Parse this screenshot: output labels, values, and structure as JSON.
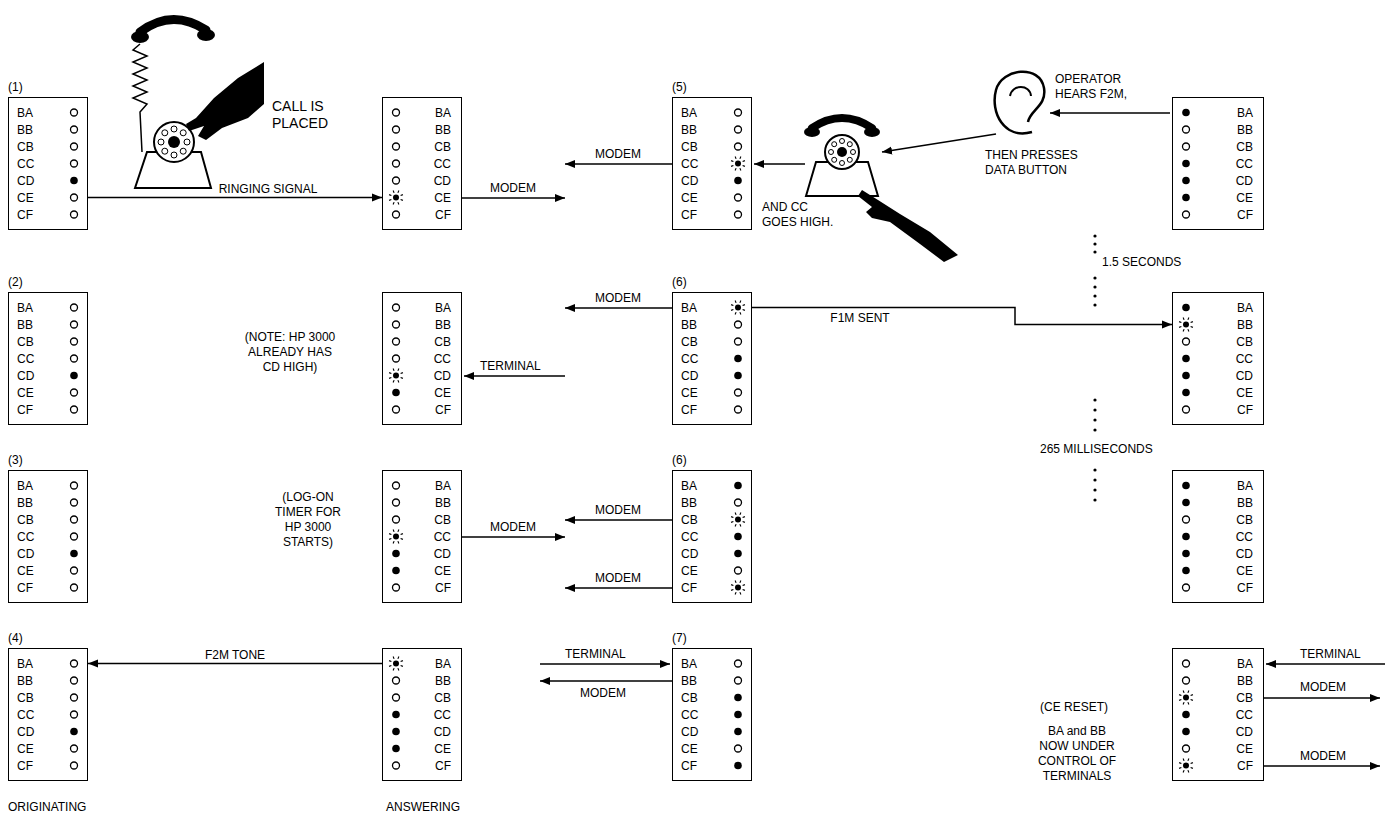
{
  "diagram": {
    "nodes": [
      {
        "text": [
          "(1)",
          "BA",
          "BB",
          "CB",
          "CC",
          "CD",
          "CE",
          "CF"
        ]
      },
      {
        "text": [
          "BA",
          "BB",
          "CB",
          "CC",
          "CD",
          "CE",
          "CF"
        ]
      },
      {
        "text": [
          "(5)",
          "BA",
          "BB",
          "CB",
          "CC",
          "CD",
          "CE",
          "CF"
        ]
      },
      {
        "text": [
          "BA",
          "BB",
          "CB",
          "CC",
          "CD",
          "CE",
          "CF"
        ]
      },
      {
        "text": [
          "(2)",
          "BA",
          "BB",
          "CB",
          "CC",
          "CD",
          "CE",
          "CF"
        ]
      },
      {
        "text": [
          "BA",
          "BB",
          "CB",
          "CC",
          "CD",
          "CE",
          "CF"
        ]
      },
      {
        "text": [
          "(6)",
          "BA",
          "BB",
          "CB",
          "CC",
          "CD",
          "CE",
          "CF"
        ]
      },
      {
        "text": [
          "BA",
          "BB",
          "CB",
          "CC",
          "CD",
          "CE",
          "CF"
        ]
      },
      {
        "text": [
          "(3)",
          "BA",
          "BB",
          "CB",
          "CC",
          "CD",
          "CE",
          "CF"
        ]
      },
      {
        "text": [
          "BA",
          "BB",
          "CB",
          "CC",
          "CD",
          "CE",
          "CF"
        ]
      },
      {
        "text": [
          "(6)",
          "BA",
          "BB",
          "CB",
          "CC",
          "CD",
          "CE",
          "CF"
        ]
      },
      {
        "text": [
          "BA",
          "BB",
          "CB",
          "CC",
          "CD",
          "CE",
          "CF"
        ]
      },
      {
        "text": [
          "(4)",
          "BA",
          "BB",
          "CB",
          "CC",
          "CD",
          "CE",
          "CF"
        ]
      },
      {
        "text": [
          "BA",
          "BB",
          "CB",
          "CC",
          "CD",
          "CE",
          "CF"
        ]
      },
      {
        "text": [
          "(7)",
          "BA",
          "BB",
          "CB",
          "CC",
          "CD",
          "CE",
          "CF"
        ]
      },
      {
        "text": [
          "BA",
          "BB",
          "CB",
          "CC",
          "CD",
          "CE",
          "CF"
        ]
      }
    ],
    "edges": [
      {
        "from": 0,
        "to": 1,
        "label": "RINGING SIGNAL",
        "arrow": "to"
      },
      {
        "from": 13,
        "to": 12,
        "label": "F2M TONE",
        "arrow": "to"
      },
      {
        "from": 6,
        "to": 7,
        "label": "F1M SENT",
        "arrow": "to"
      }
    ],
    "labels": [
      "CALL IS PLACED",
      "MODEM",
      "MODEM",
      "OPERATOR HEARS F2M,",
      "THEN PRESSES DATA BUTTON",
      "AND CC GOES HIGH.",
      "1.5 SECONDS",
      "MODEM",
      "(NOTE: HP 3000 ALREADY HAS CD HIGH)",
      "TERMINAL",
      "265 MILLISECONDS",
      "(LOG-ON TIMER FOR HP 3000 STARTS)",
      "MODEM",
      "MODEM",
      "MODEM",
      "TERMINAL",
      "MODEM",
      "(CE RESET)",
      "BA and BB NOW UNDER CONTROL OF TERMINALS",
      "TERMINAL",
      "MODEM",
      "MODEM",
      "ORIGINATING",
      "ANSWERING"
    ]
  }
}
